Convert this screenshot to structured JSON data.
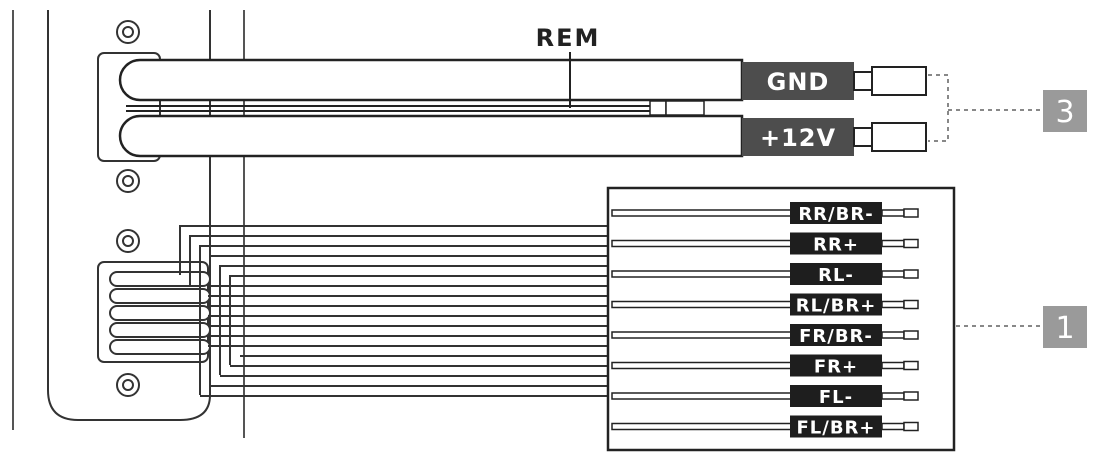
{
  "labels": {
    "rem": "REM",
    "gnd": "GND",
    "plus12v": "+12V"
  },
  "speaker_wires": [
    {
      "label": "RR/BR-"
    },
    {
      "label": "RR+"
    },
    {
      "label": "RL-"
    },
    {
      "label": "RL/BR+"
    },
    {
      "label": "FR/BR-"
    },
    {
      "label": "FR+"
    },
    {
      "label": "FL-"
    },
    {
      "label": "FL/BR+"
    }
  ],
  "callouts": {
    "power": "3",
    "speakers": "1"
  },
  "colors": {
    "line": "#222222",
    "label_dark": "#1e1e1e",
    "label_grey": "#4d4d4d",
    "callout": "#9a9a9a"
  }
}
